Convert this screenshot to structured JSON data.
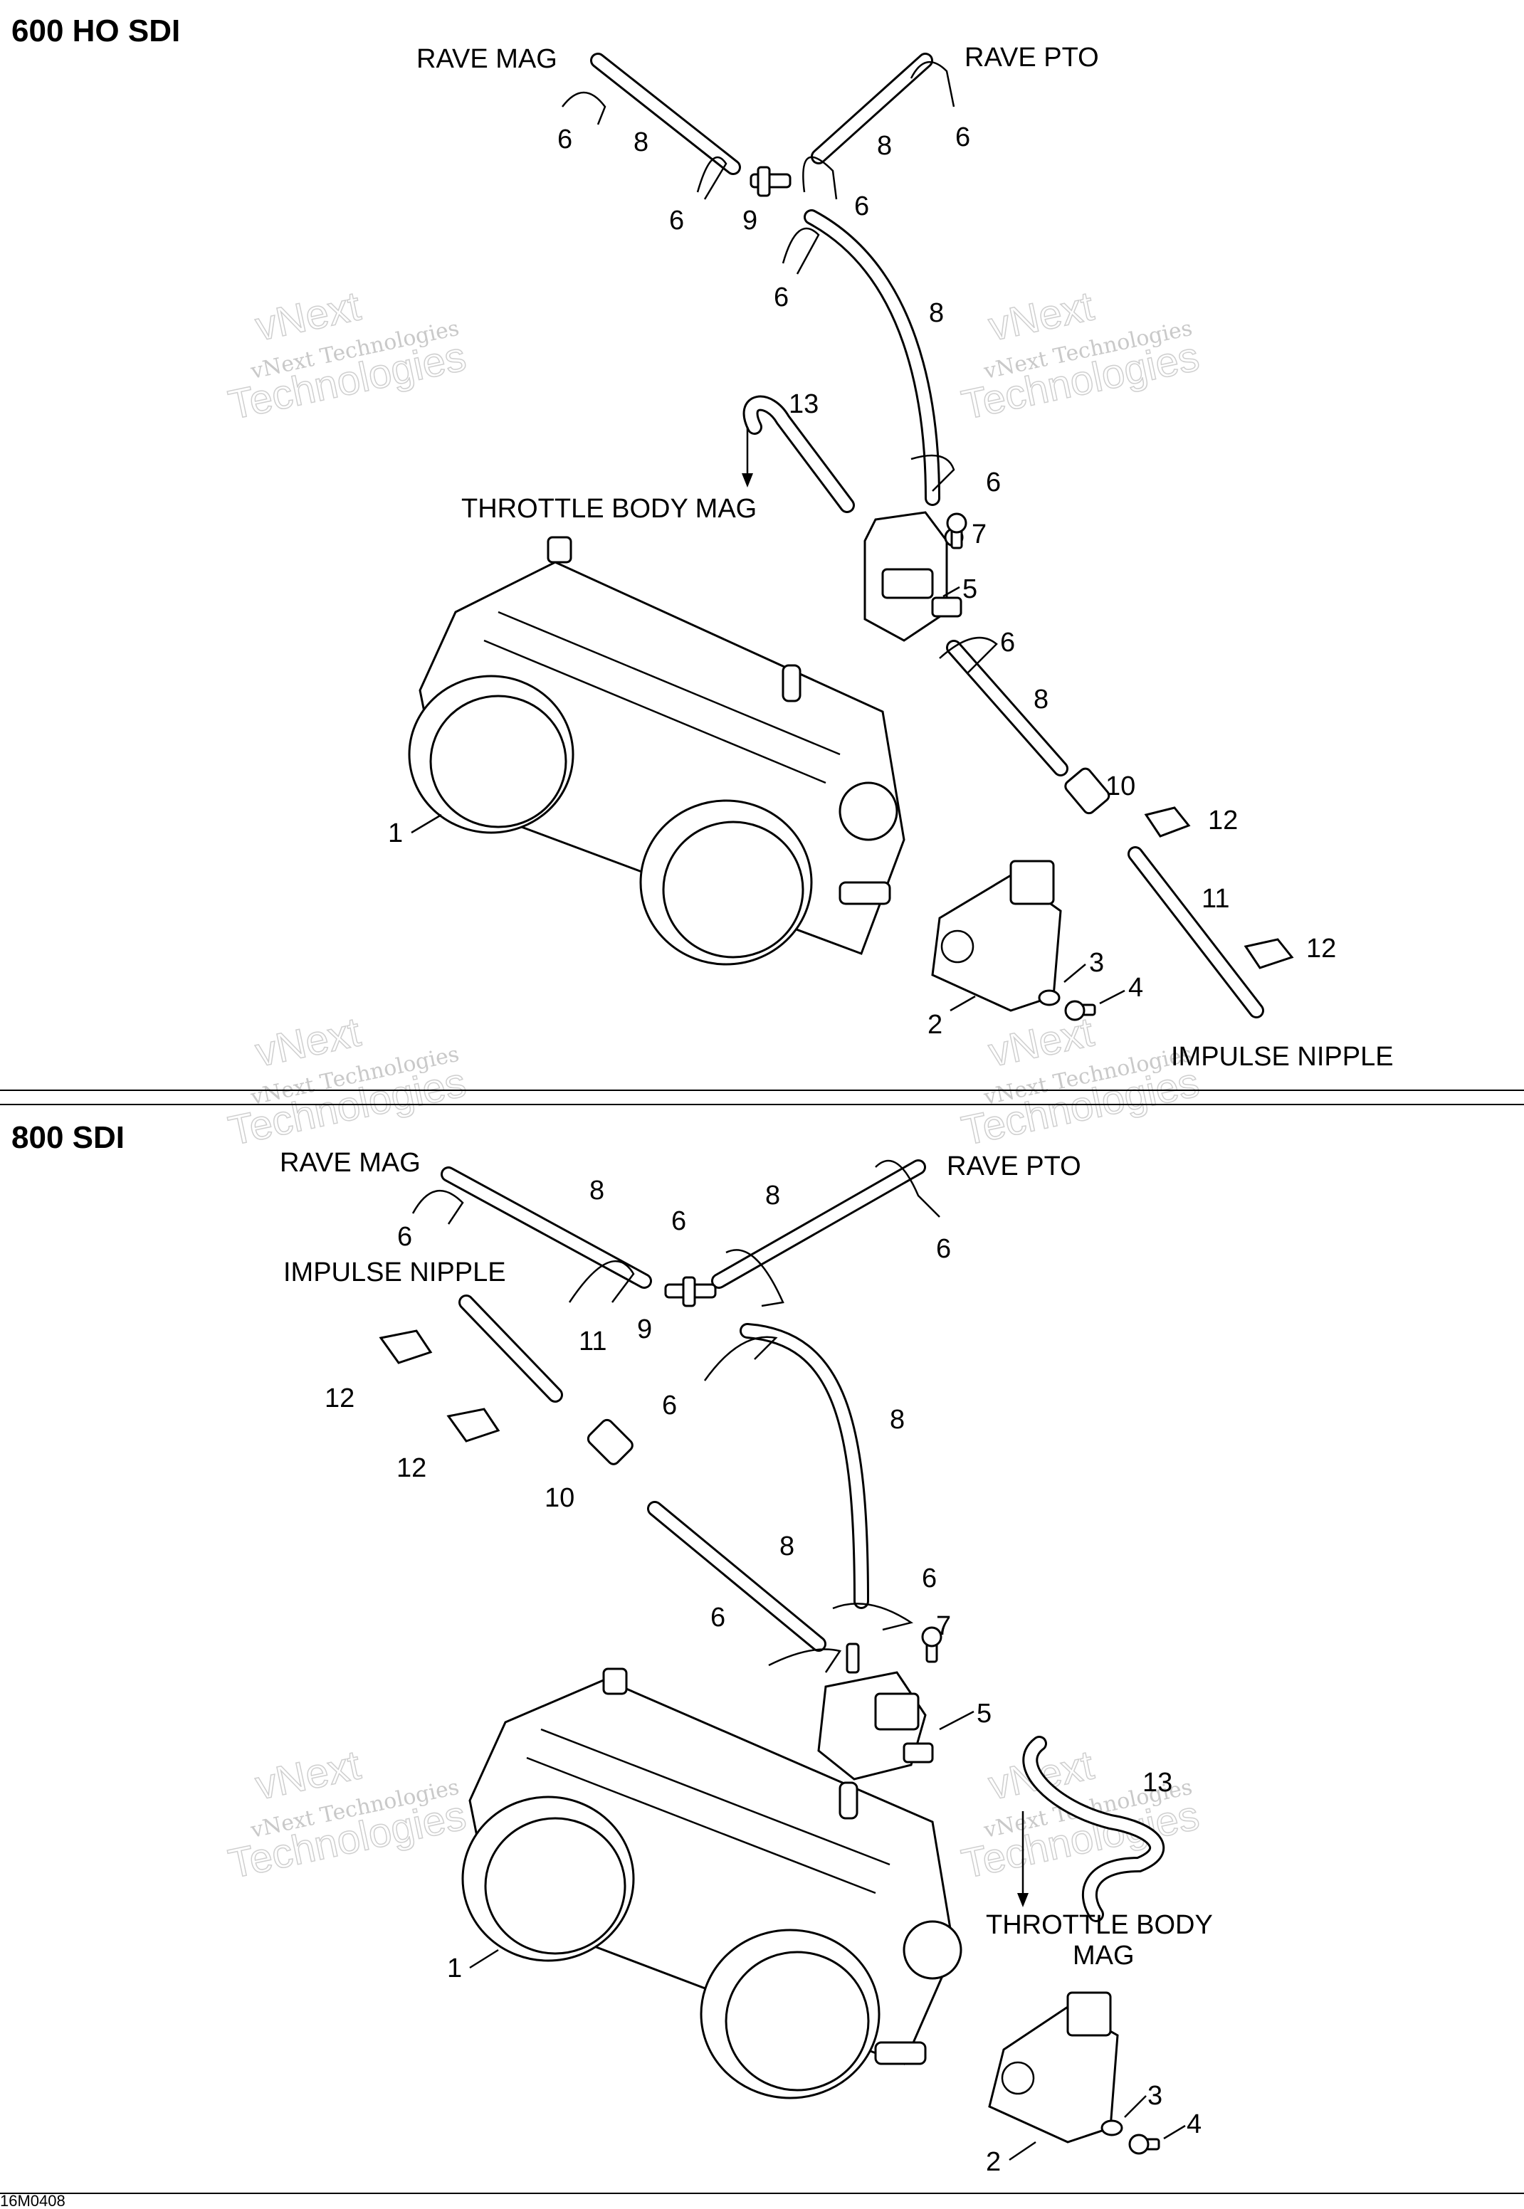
{
  "sections": [
    {
      "title": "600 HO SDI",
      "callouts": [
        "RAVE MAG",
        "RAVE PTO",
        "THROTTLE BODY MAG",
        "IMPULSE NIPPLE"
      ],
      "item_numbers": [
        "1",
        "2",
        "3",
        "4",
        "5",
        "6",
        "6",
        "6",
        "6",
        "6",
        "6",
        "6",
        "7",
        "8",
        "8",
        "8",
        "8",
        "9",
        "10",
        "11",
        "12",
        "12",
        "13"
      ]
    },
    {
      "title": "800 SDI",
      "callouts": [
        "RAVE MAG",
        "RAVE PTO",
        "IMPULSE NIPPLE",
        "THROTTLE BODY",
        "MAG"
      ],
      "item_numbers": [
        "1",
        "2",
        "3",
        "4",
        "5",
        "6",
        "6",
        "6",
        "6",
        "6",
        "6",
        "7",
        "8",
        "8",
        "8",
        "8",
        "9",
        "10",
        "11",
        "12",
        "12",
        "13"
      ]
    }
  ],
  "watermark": {
    "line1": "vNext",
    "line2": "vNext Technologies",
    "line3": "Technologies"
  },
  "drawing_code": "16M0408"
}
